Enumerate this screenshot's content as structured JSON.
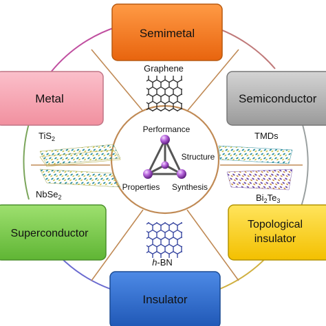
{
  "center": {
    "top": "Performance",
    "right": "Structure",
    "bottom_left": "Properties",
    "bottom_right": "Synthesis"
  },
  "boxes": {
    "semimetal": {
      "label": "Semimetal",
      "fill": "#f47a20",
      "stroke": "#b85a10"
    },
    "metal": {
      "label": "Metal",
      "fill": "#f7a7b6",
      "stroke": "#c07585"
    },
    "semiconductor": {
      "label": "Semiconductor",
      "fill": "#b3b3b3",
      "stroke": "#777777"
    },
    "superconductor": {
      "label": "Superconductor",
      "fill": "#7ccc4e",
      "stroke": "#4a8f2b"
    },
    "topological": {
      "line1": "Topological",
      "line2": "insulator",
      "fill": "#ffd31a",
      "stroke": "#b39300"
    },
    "insulator": {
      "label": "Insulator",
      "fill": "#2e6fd1",
      "stroke": "#1b4b94"
    }
  },
  "materials": {
    "graphene": "Graphene",
    "tis2_base": "TiS",
    "tis2_sub": "2",
    "nbse2_base": "NbSe",
    "nbse2_sub": "2",
    "tmds": "TMDs",
    "bi2te3_a": "Bi",
    "bi2te3_sub1": "2",
    "bi2te3_b": "Te",
    "bi2te3_sub2": "3",
    "hbn_italic": "h",
    "hbn_rest": "-BN"
  },
  "colors": {
    "ring_brown": "#c08a55",
    "tetra_sphere": "#a24fc7",
    "tetra_edge": "#555555"
  }
}
